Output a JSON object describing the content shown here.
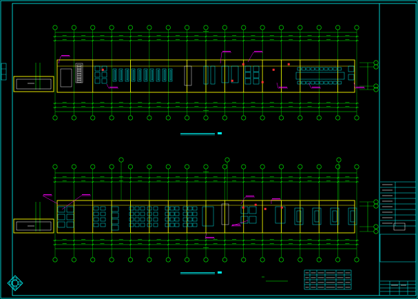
{
  "drawing": {
    "colors": {
      "background": "#000000",
      "frame": "#00ffff",
      "grid": "#00ff00",
      "wall": "#ffff00",
      "furniture": "#00ffff",
      "annotation": "#ff00ff",
      "white": "#ffffff",
      "accent_red": "#ff3030"
    },
    "plans": [
      {
        "id": "upper",
        "axis_count": 17,
        "title_label": "",
        "has_title_underline": true
      },
      {
        "id": "lower",
        "axis_count": 17,
        "title_label": "",
        "has_title_underline": true
      }
    ],
    "title_block": {
      "rows": 8,
      "has_logo": true
    },
    "schedule_table": {
      "rows": 4,
      "cols": 6
    },
    "icons": [
      "compass-logo-icon"
    ]
  }
}
